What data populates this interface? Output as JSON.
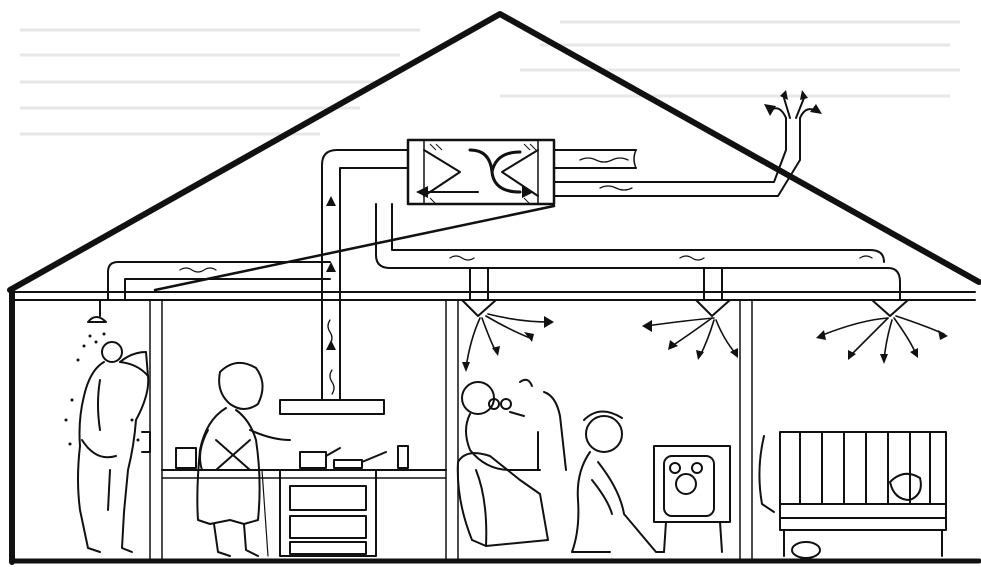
{
  "diagram": {
    "kind": "line-illustration",
    "subject": "house-ventilation-heat-recovery",
    "colors": {
      "ink": "#111111",
      "paper": "#ffffff",
      "background_text": "#c9c9c9"
    },
    "rooms": [
      "bathroom",
      "kitchen",
      "living-room",
      "bedroom"
    ],
    "airflow": {
      "supply_rooms": [
        "living-room",
        "living-room-right",
        "bedroom"
      ],
      "extract_rooms": [
        "bathroom",
        "kitchen"
      ],
      "exhaust": "roof-outlet",
      "intake": "roof-inlet"
    },
    "icons": [
      "shower-icon",
      "stove-icon",
      "television-icon",
      "crib-icon",
      "heat-exchanger-icon"
    ]
  }
}
